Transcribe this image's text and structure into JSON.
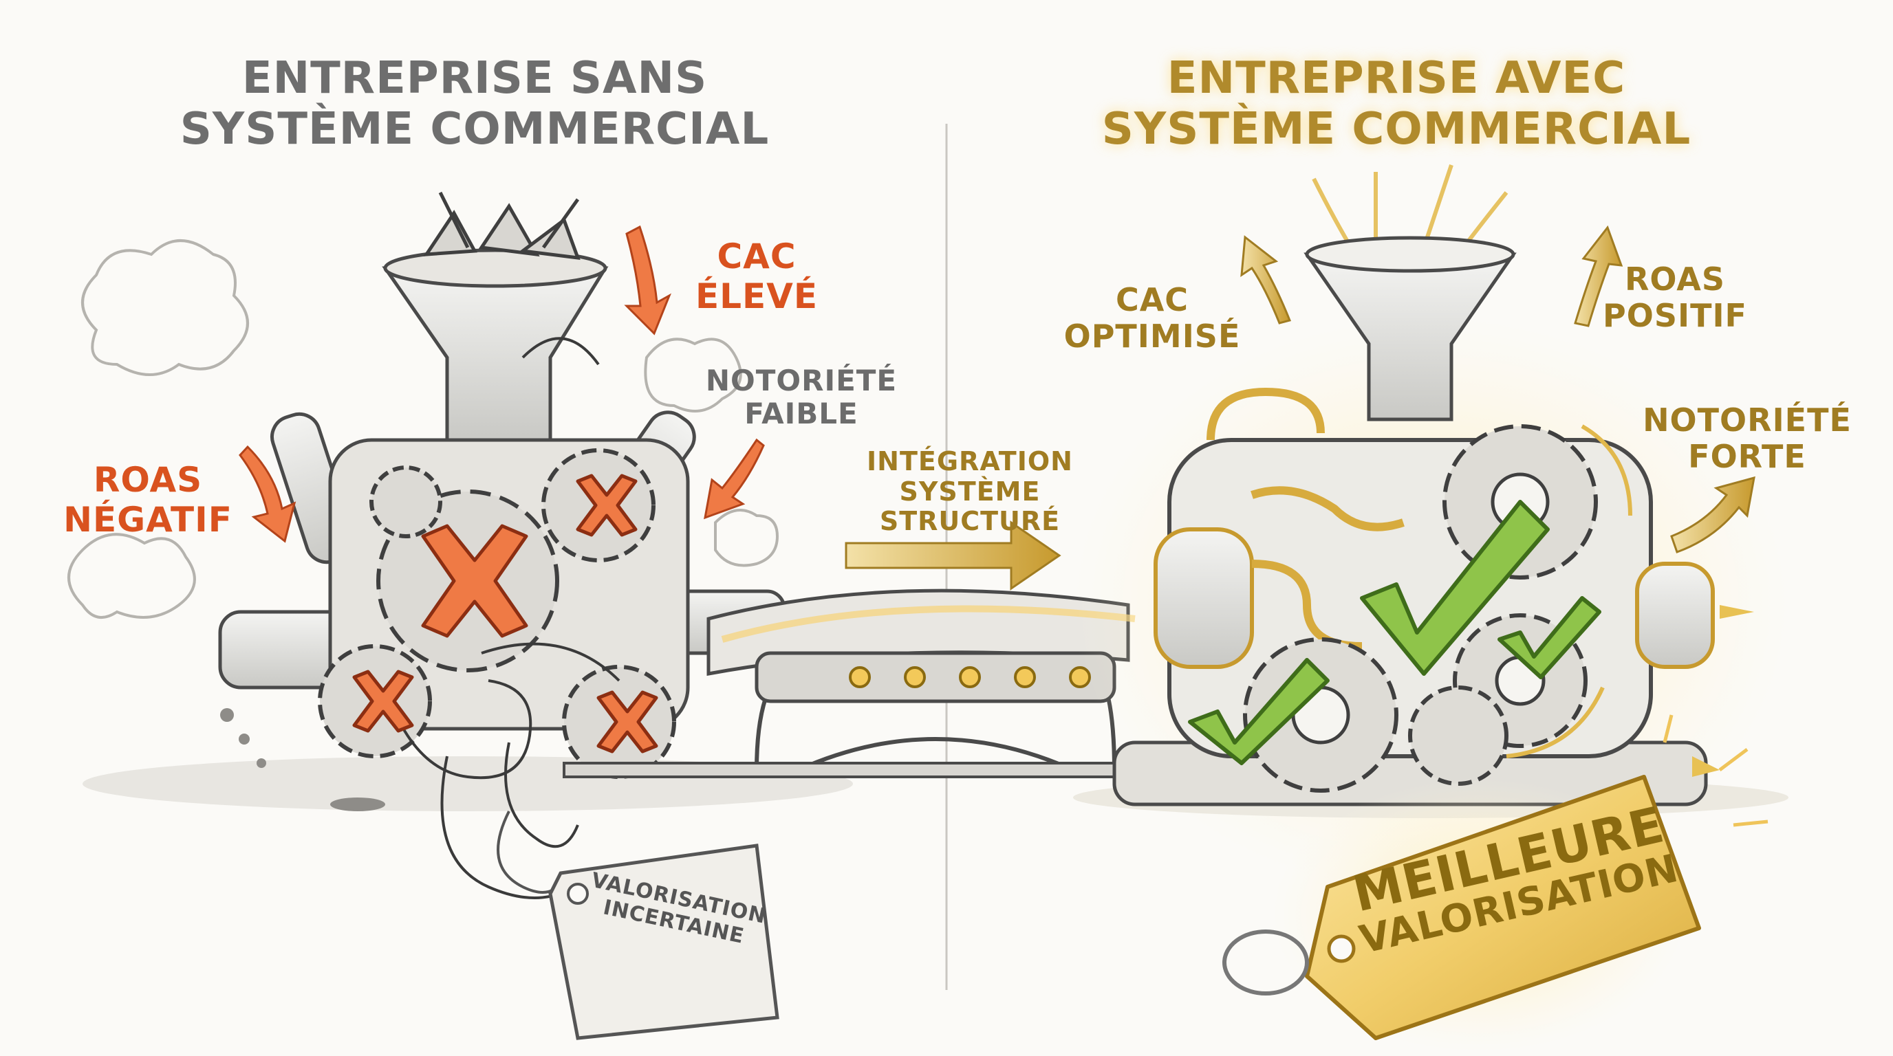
{
  "left_panel": {
    "title": "ENTREPRISE SANS\nSYSTÈME COMMERCIAL",
    "labels": {
      "cac": "CAC\nÉLEVÉ",
      "roas": "ROAS\nNÉGATIF",
      "notoriete": "NOTORIÉTÉ\nFAIBLE"
    },
    "tag": "VALORISATION\nINCERTAINE"
  },
  "middle": {
    "integration": "INTÉGRATION\nSYSTÈME STRUCTURÉ"
  },
  "right_panel": {
    "title": "ENTREPRISE AVEC\nSYSTÈME COMMERCIAL",
    "labels": {
      "cac": "CAC\nOPTIMISÉ",
      "roas": "ROAS\nPOSITIF",
      "notoriete": "NOTORIÉTÉ\nFORTE"
    },
    "tag_line1": "MEILLEURE",
    "tag_line2": "VALORISATION"
  },
  "colors": {
    "negative": "#d9521f",
    "gold": "#b08a2c",
    "pencil": "#555555",
    "check_green": "#7fb53c"
  }
}
